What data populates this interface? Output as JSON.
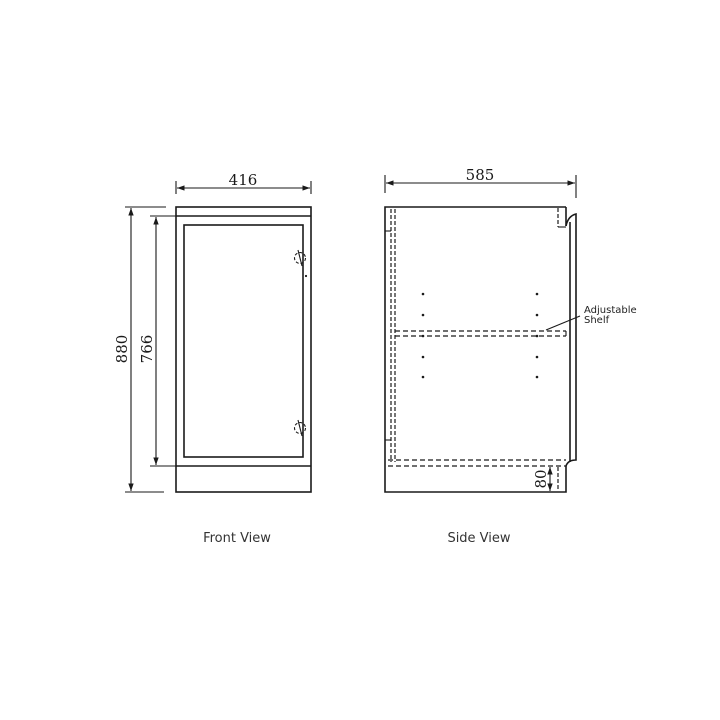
{
  "front_view": {
    "title": "Front View",
    "dimensions": {
      "width": "416",
      "total_height": "880",
      "door_height": "766"
    }
  },
  "side_view": {
    "title": "Side View",
    "dimensions": {
      "depth": "585",
      "plinth_height": "80"
    },
    "annotation": {
      "line1": "Adjustable",
      "line2": "Shelf"
    }
  }
}
